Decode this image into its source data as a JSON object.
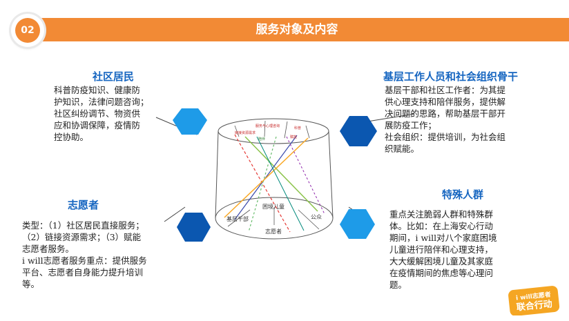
{
  "header": {
    "page_number": "02",
    "title": "服务对象及内容"
  },
  "sections": {
    "community": {
      "title": "社区居民",
      "lines": [
        "科普防疫知识、健康防",
        "护知识，法律问题咨询；",
        "社区纠纷调节、物资供",
        "应和协调保障，疫情防",
        "控协助。"
      ]
    },
    "grassroots": {
      "title": "基层工作人员和社会组织骨干",
      "lines": [
        "基层干部和社区工作者：为其提",
        "供心理支持和陪伴服务，提供解",
        "决问题的思路，帮助基层干部开",
        "展防疫工作；",
        "社会组织：提供培训，为社会组",
        "织赋能。"
      ]
    },
    "volunteers": {
      "title": "志愿者",
      "lines": [
        "类型：（1）社区居民直接服务；",
        "（2）链接资源需求；（3）赋能",
        "志愿者服务。",
        "i will志愿者服务重点：提供服务",
        "平台、志愿者自身能力提升培训",
        "等。"
      ]
    },
    "special": {
      "title": "特殊人群",
      "lines": [
        "重点关注脆弱人群和特殊群",
        "体。比如：在上海安心行动",
        "期间，i will对八个家庭困境",
        "儿童进行陪伴和心理支持，",
        "大大缓解困境儿童及其家庭",
        "在疫情期间的焦虑等心理问",
        "题。"
      ]
    }
  },
  "diagram": {
    "top_labels": [
      "服务与心理咨询",
      "链接资源需求",
      "科普",
      "赋能",
      "陪伴"
    ],
    "bottom_labels": [
      "困境儿童",
      "基层干部",
      "公众",
      "志愿者"
    ]
  },
  "brand": {
    "line1": "i will志愿者",
    "line2": "联合行动"
  },
  "colors": {
    "accent": "#f28a35",
    "title_blue": "#1565c0",
    "hex_light": "#1e9be8",
    "hex_dark": "#0b57b0"
  }
}
